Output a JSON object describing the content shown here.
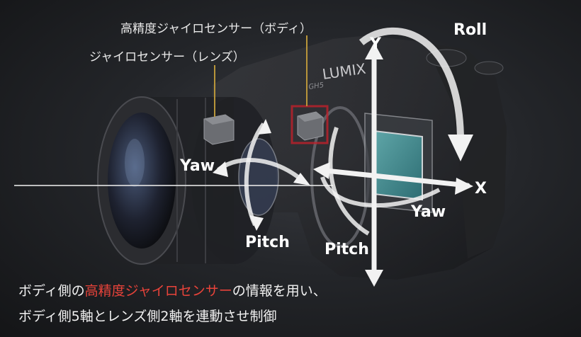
{
  "labels": {
    "gyro_body": "高精度ジャイロセンサー（ボディ）",
    "gyro_lens": "ジャイロセンサー（レンズ）",
    "brand": "LUMIX",
    "model": "GH5"
  },
  "axes": {
    "y": "Y",
    "x": "X",
    "roll": "Roll",
    "yaw_lens": "Yaw",
    "yaw_body": "Yaw",
    "pitch_lens": "Pitch",
    "pitch_body": "Pitch"
  },
  "caption": {
    "line1_before": "ボディ側の",
    "line1_highlight": "高精度ジャイロセンサー",
    "line1_after": "の情報を用い、",
    "line2": "ボディ側5軸とレンズ側2軸を連動させ制御"
  },
  "colors": {
    "highlight": "#e8433a",
    "sensor_red": "#c0202a",
    "leader": "#b8953a"
  }
}
